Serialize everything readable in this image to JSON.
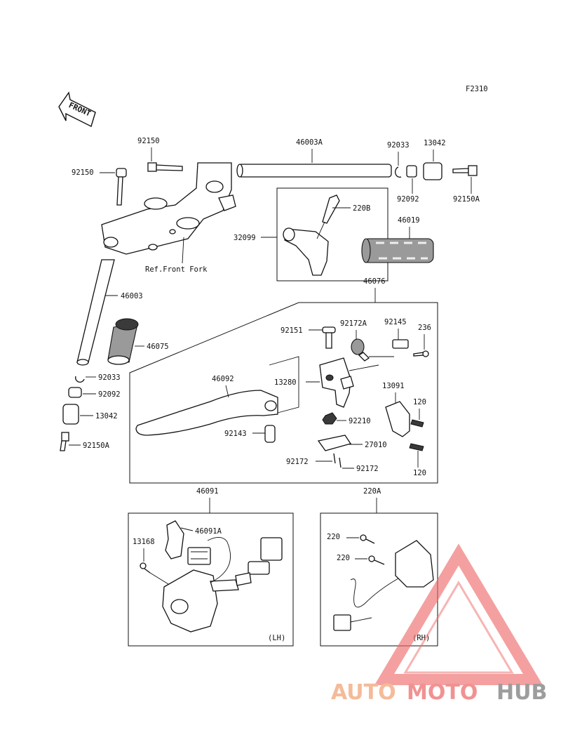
{
  "figure_code": "F2310",
  "front_arrow": {
    "text": "FRONT"
  },
  "ref_note": "Ref.Front Fork",
  "side_labels": {
    "lh": "(LH)",
    "rh": "(RH)"
  },
  "parts": [
    {
      "id": "p-92150-top",
      "label": "92150"
    },
    {
      "id": "p-92150-left",
      "label": "92150"
    },
    {
      "id": "p-46003A",
      "label": "46003A"
    },
    {
      "id": "p-92033-top",
      "label": "92033"
    },
    {
      "id": "p-13042-top",
      "label": "13042"
    },
    {
      "id": "p-92092-top",
      "label": "92092"
    },
    {
      "id": "p-92150A-top",
      "label": "92150A"
    },
    {
      "id": "p-220B",
      "label": "220B"
    },
    {
      "id": "p-32099",
      "label": "32099"
    },
    {
      "id": "p-46019",
      "label": "46019"
    },
    {
      "id": "p-46003",
      "label": "46003"
    },
    {
      "id": "p-46075",
      "label": "46075"
    },
    {
      "id": "p-92033-low",
      "label": "92033"
    },
    {
      "id": "p-92092-low",
      "label": "92092"
    },
    {
      "id": "p-13042-low",
      "label": "13042"
    },
    {
      "id": "p-92150A-low",
      "label": "92150A"
    },
    {
      "id": "p-46076",
      "label": "46076"
    },
    {
      "id": "p-92151",
      "label": "92151"
    },
    {
      "id": "p-92172A",
      "label": "92172A"
    },
    {
      "id": "p-92145",
      "label": "92145"
    },
    {
      "id": "p-236",
      "label": "236"
    },
    {
      "id": "p-46092",
      "label": "46092"
    },
    {
      "id": "p-13280",
      "label": "13280"
    },
    {
      "id": "p-13091",
      "label": "13091"
    },
    {
      "id": "p-120-a",
      "label": "120"
    },
    {
      "id": "p-92143",
      "label": "92143"
    },
    {
      "id": "p-92210",
      "label": "92210"
    },
    {
      "id": "p-27010",
      "label": "27010"
    },
    {
      "id": "p-92172-a",
      "label": "92172"
    },
    {
      "id": "p-92172-b",
      "label": "92172"
    },
    {
      "id": "p-120-b",
      "label": "120"
    },
    {
      "id": "p-46091",
      "label": "46091"
    },
    {
      "id": "p-46091A",
      "label": "46091A"
    },
    {
      "id": "p-13168",
      "label": "13168"
    },
    {
      "id": "p-220A",
      "label": "220A"
    },
    {
      "id": "p-220-a",
      "label": "220"
    },
    {
      "id": "p-220-b",
      "label": "220"
    }
  ],
  "watermark": {
    "parts": [
      "AUTO",
      "MOTO",
      "HUB"
    ],
    "colors": {
      "auto": "#f3b089",
      "moto": "#ef8080",
      "hub": "#8c8c8c",
      "triangle": "#ee6b6b"
    }
  }
}
